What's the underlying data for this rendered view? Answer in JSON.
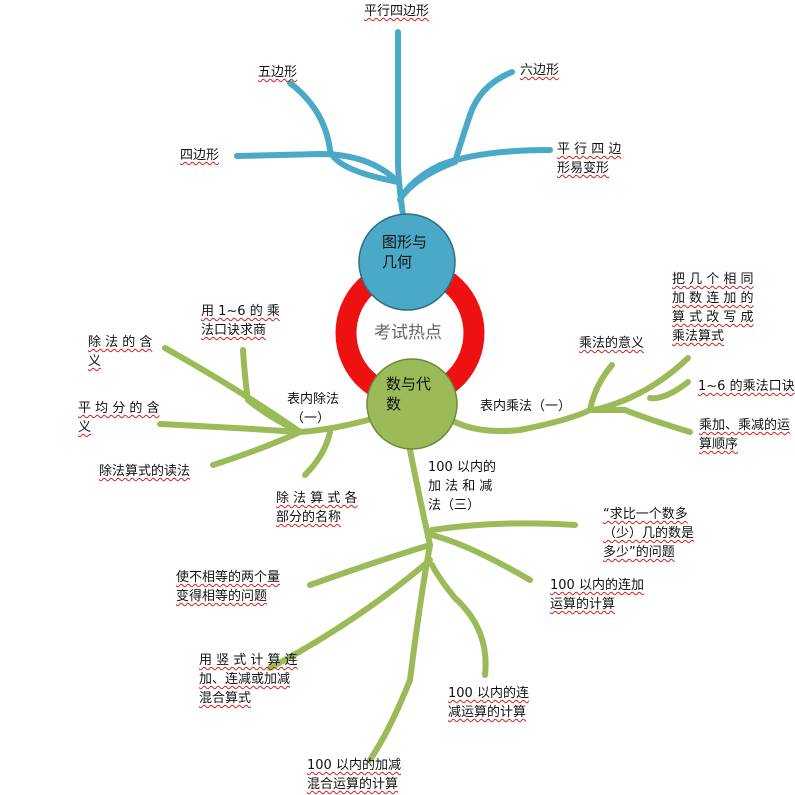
{
  "center": {
    "label": "考试热点",
    "ring_color": "#ee1111"
  },
  "nodes": {
    "geometry": {
      "lines": [
        "图形与",
        "几何"
      ],
      "color": "#4aa9c6"
    },
    "algebra": {
      "lines": [
        "数与代",
        "数"
      ],
      "color": "#9bbb59"
    }
  },
  "geometry_topics": {
    "parallelogram": "平行四边形",
    "pentagon": "五边形",
    "hexagon": "六边形",
    "quadrilateral": "四边形",
    "parallelogram_deform": [
      "平 行 四 边",
      "形易变形"
    ]
  },
  "division_branch": {
    "title": [
      "表内除法",
      "（一）"
    ],
    "topics": {
      "table_division": [
        "用 1~6 的 乘",
        "法口诀求商"
      ],
      "division_meaning": [
        "除 法 的 含",
        "义"
      ],
      "average_meaning": [
        "平 均 分 的 含",
        "义"
      ],
      "reading_division": "除法算式的读法",
      "division_parts": [
        "除 法 算 式 各",
        "部分的名称"
      ]
    }
  },
  "multiplication_branch": {
    "title": "表内乘法（一）",
    "topics": {
      "mult_meaning": "乘法的意义",
      "rewrite_addition": [
        "把 几 个 相 同",
        "加 数 连 加 的",
        "算 式 改 写 成",
        "乘法算式"
      ],
      "times_table": "1~6 的乘法口诀",
      "mixed_order": [
        "乘加、乘减的运",
        "算顺序"
      ]
    }
  },
  "addsub_branch": {
    "title": [
      "100 以内的",
      "加 法 和 减",
      "法（三）"
    ],
    "topics": {
      "more_less": [
        "“求比一个数多",
        "（少）几的数是",
        "多少”的问题"
      ],
      "continuous_add": [
        "100 以内的连加",
        "运算的计算"
      ],
      "equalize": [
        "使不相等的两个量",
        "变得相等的问题"
      ],
      "vertical_calc": [
        "用 竖 式 计 算 连",
        "加、连减或加减",
        "混合算式"
      ],
      "continuous_sub": [
        "100 以内的连",
        "减运算的计算"
      ],
      "mixed_add_sub": [
        "100  以内的加减",
        "混合运算的计算"
      ]
    }
  }
}
